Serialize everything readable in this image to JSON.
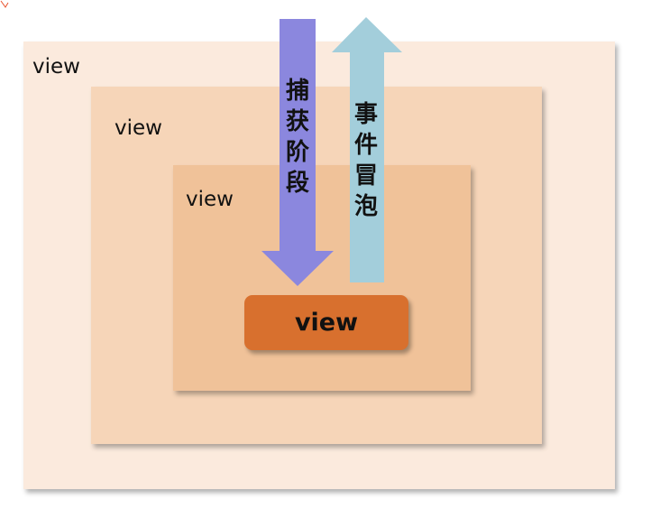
{
  "diagram": {
    "boxes": [
      {
        "label": "view",
        "color": "#fbeadd"
      },
      {
        "label": "view",
        "color": "#f6d5b8"
      },
      {
        "label": "view",
        "color": "#f0c299"
      }
    ],
    "target": {
      "label": "view",
      "color": "#d8702e"
    },
    "arrows": {
      "capture": {
        "text": "捕\n获\n阶\n段",
        "direction": "down",
        "color": "#8b87de"
      },
      "bubble": {
        "text": "事\n件\n冒\n泡",
        "direction": "up",
        "color": "#a3cedb"
      }
    },
    "corner_mark_color": "#e8502a"
  }
}
